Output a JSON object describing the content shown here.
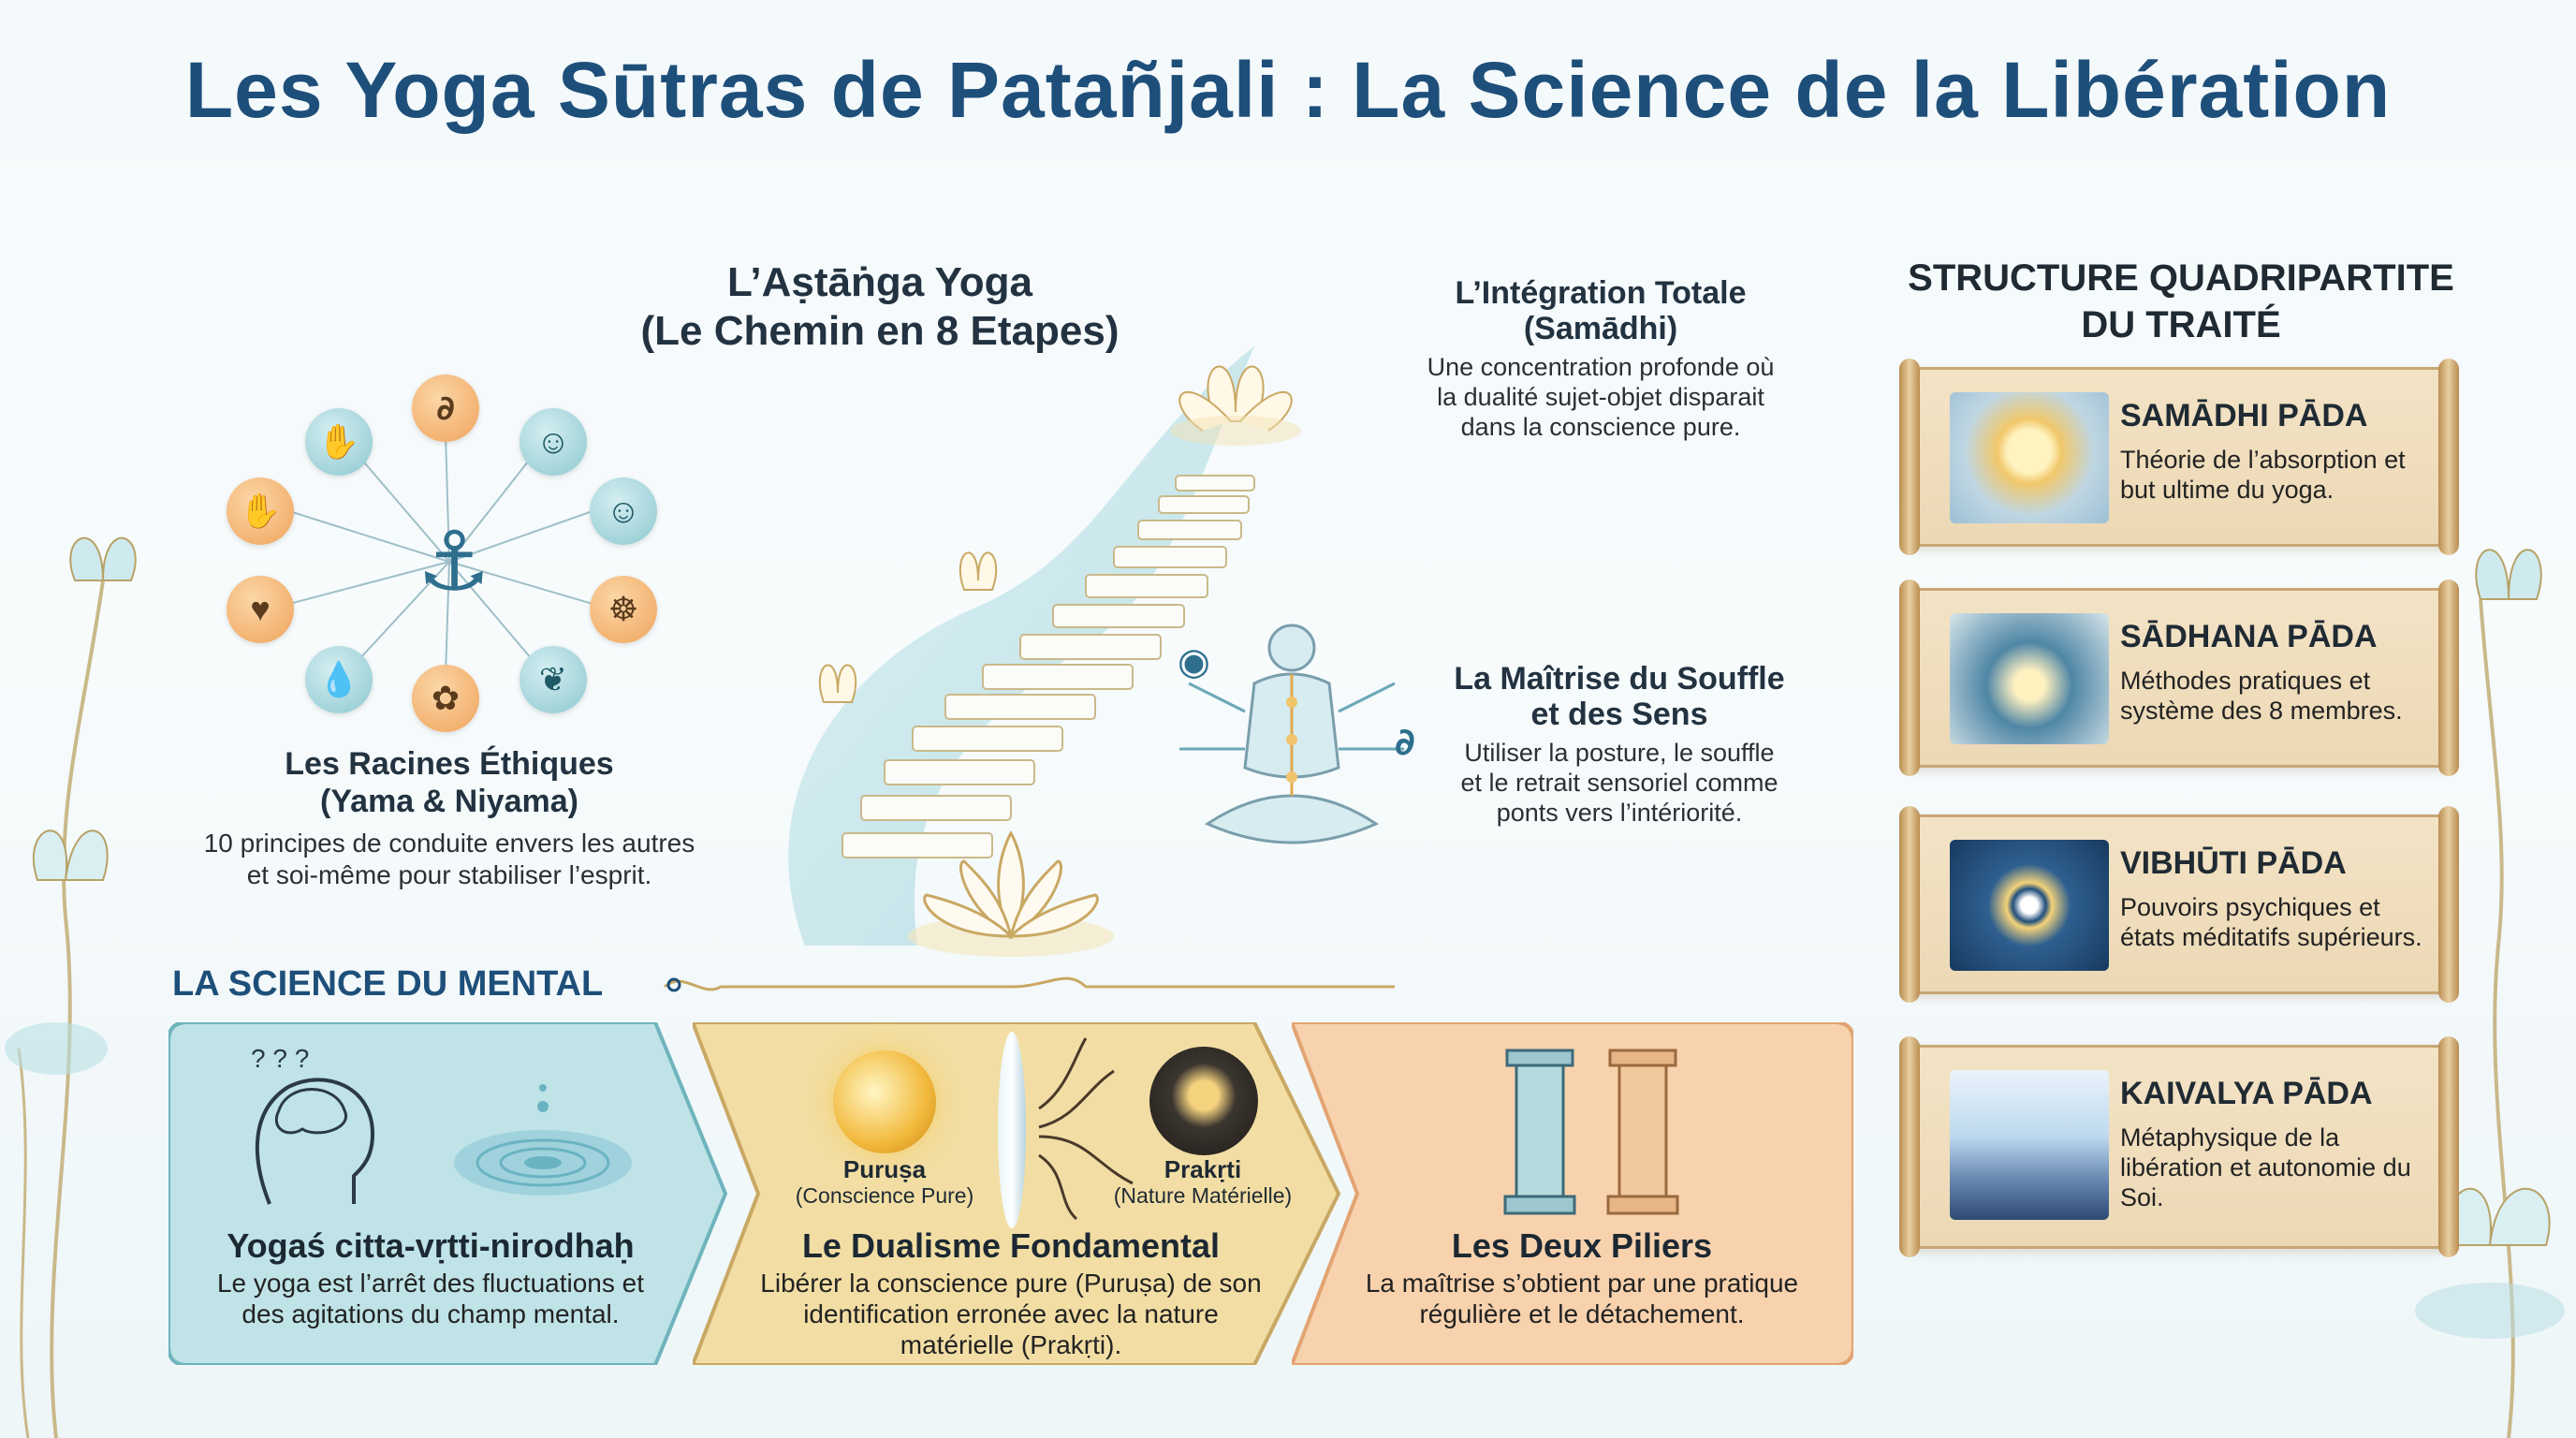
{
  "title": "Les Yoga Sūtras de Patañjali : La Science de la Libération",
  "ashtanga": {
    "line1": "L’Aṣtāṅga Yoga",
    "line2": "(Le Chemin en 8 Etapes)"
  },
  "ethics": {
    "title1": "Les Racines Éthiques",
    "title2": "(Yama & Niyama)",
    "desc1": "10 principes de conduite envers les autres",
    "desc2": "et soi-même pour stabiliser l’esprit."
  },
  "samadhi_note": {
    "title1": "L’Intégration Totale",
    "title2": "(Samādhi)",
    "desc1": "Une concentration profonde où",
    "desc2": "la dualité sujet-objet disparait",
    "desc3": "dans la conscience pure."
  },
  "breath": {
    "title1": "La Maîtrise du Souffle",
    "title2": "et des Sens",
    "desc1": "Utiliser la posture, le souffle",
    "desc2": "et le retrait sensoriel comme",
    "desc3": "ponts vers l’intériorité."
  },
  "structure": {
    "title1": "STRUCTURE QUADRIPARTITE",
    "title2": "DU TRAITÉ",
    "items": [
      {
        "title": "SAMĀDHI PĀDA",
        "text": "Théorie de l’absorption et but ultime du yoga."
      },
      {
        "title": "SĀDHANA PĀDA",
        "text": "Méthodes pratiques et système des 8 membres."
      },
      {
        "title": "VIBHŪTI PĀDA",
        "text": "Pouvoirs psychiques et états méditatifs supérieurs."
      },
      {
        "title": "KAIVALYA PĀDA",
        "text": "Métaphysique de la libération et autonomie du Soi."
      }
    ]
  },
  "mental": {
    "heading": "LA SCIENCE DU MENTAL"
  },
  "panels": {
    "p1": {
      "title": "Yogaś citta-vṛtti-nirodhaḥ",
      "desc1": "Le yoga est l’arrêt des fluctuations et",
      "desc2": "des agitations du champ mental."
    },
    "p2": {
      "purusa": "Puruṣa",
      "purusa_sub": "(Conscience Pure)",
      "prakrti": "Prakṛti",
      "prakrti_sub": "(Nature Matérielle)",
      "title": "Le Dualisme Fondamental",
      "desc1": "Libérer la conscience pure (Puruṣa) de son",
      "desc2": "identification erronée avec la nature",
      "desc3": "matérielle (Prakṛti)."
    },
    "p3": {
      "title": "Les Deux Piliers",
      "desc1": "La maîtrise s’obtient par une pratique",
      "desc2": "régulière et le détachement."
    }
  },
  "colors": {
    "title": "#1e4f7a",
    "teal": "#a8d8de",
    "gold": "#f0d9a0",
    "peach": "#f6c9a0"
  },
  "icons": [
    "anchor-icon",
    "hand-icon",
    "ear-icon",
    "person-icon",
    "smile-icon",
    "meditation-icon",
    "lotus-icon",
    "water-drop-icon",
    "heart-hand-icon",
    "eye-icon",
    "head-icon",
    "ripple-icon",
    "pillar-icon"
  ]
}
